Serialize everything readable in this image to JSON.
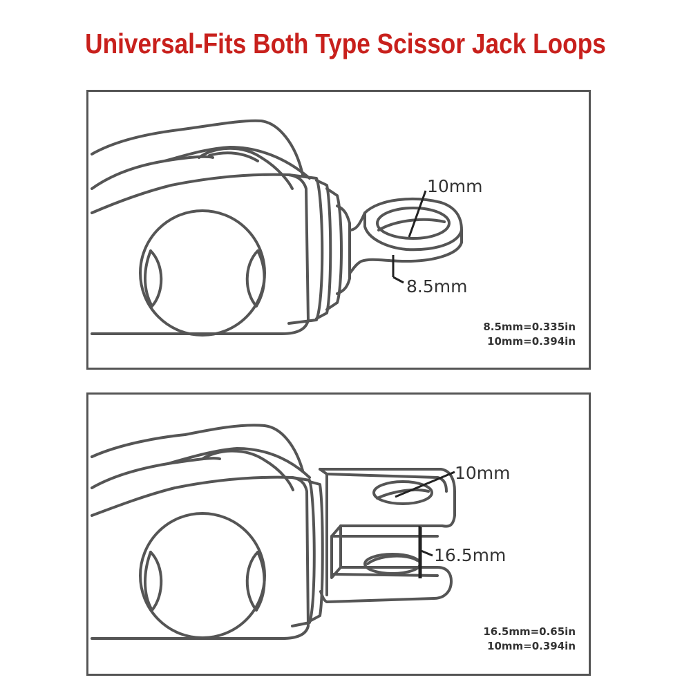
{
  "title": "Universal-Fits Both Type Scissor Jack Loops",
  "panel1": {
    "hole_label": "10mm",
    "thickness_label": "8.5mm",
    "conversions": [
      "8.5mm=0.335in",
      "10mm=0.394in"
    ]
  },
  "panel2": {
    "hole_label": "10mm",
    "gap_label": "16.5mm",
    "conversions": [
      "16.5mm=0.65in",
      "10mm=0.394in"
    ]
  },
  "colors": {
    "title": "#c8201c",
    "line": "#555555"
  }
}
